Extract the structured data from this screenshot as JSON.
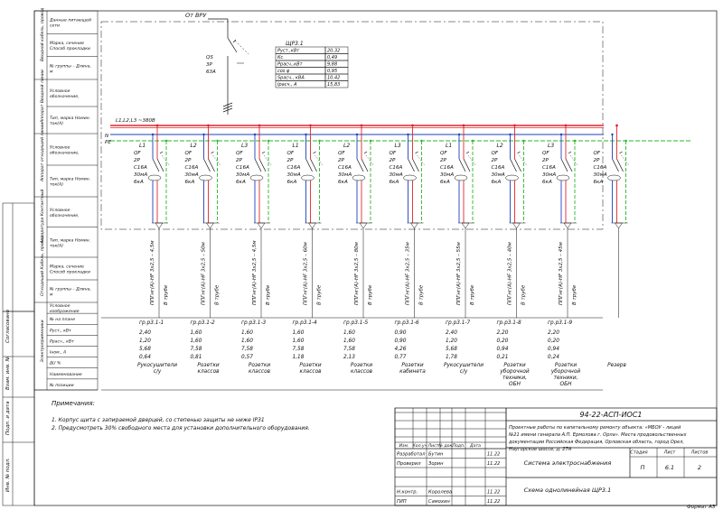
{
  "top_label": "От ВРУ",
  "main_breaker": {
    "lines": [
      "QS",
      "3P",
      "63А"
    ]
  },
  "panel_name": "ЩР3.1",
  "panel_params": [
    {
      "k": "Руст.,кВт",
      "v": "20,32"
    },
    {
      "k": "Кс",
      "v": "0,49"
    },
    {
      "k": "Ррасч.,кВт",
      "v": "9,88"
    },
    {
      "k": "cos φ",
      "v": "0,95"
    },
    {
      "k": "Sрасч., кВА",
      "v": "10,42"
    },
    {
      "k": "Iрасч., А",
      "v": "15,83"
    }
  ],
  "bus_label": "L1,L2,L3 ~380В",
  "n_label": "N",
  "pe_label": "PE",
  "left_rows": [
    {
      "group": "Вводной кабель, провод",
      "items": [
        "Данные питающей сети",
        "Марка, сечение Способ прокладки",
        "№ группы – Длина, м"
      ]
    },
    {
      "group": "Аппарат Вводной линии",
      "items": [
        "Условное обозначение,",
        "Тип, марка Номин. ток(А)"
      ]
    },
    {
      "group": "Аппарат отходящей линии",
      "items": [
        "Условное обозначение,",
        "Тип, марка Номин. ток(А)"
      ]
    },
    {
      "group": "Аппаратура Контактный",
      "items": [
        "Условное обозначение,",
        "Тип, марка Номин. ток(А)"
      ]
    },
    {
      "group": "Отходящий Кабель, провод",
      "items": [
        "Марка, сечение Способ прокладки",
        "№ группы – Длина, м"
      ]
    },
    {
      "group": "Электроприемники",
      "items": [
        "Условное изображение",
        "№ на плане",
        "Руст., кВт",
        "Ррасч., кВт",
        "Iном., А",
        "ΔU %",
        "Наименование",
        "№ позиции"
      ]
    }
  ],
  "circuits": [
    {
      "phase": "L1",
      "breaker": [
        "QF",
        "2P",
        "C16А",
        "30мА",
        "6кА"
      ],
      "cable": "ППГнг(A)-HF 3x2,5 – 4,5м",
      "route": "В трубе",
      "group": "гр.р3.1-1",
      "p_inst": "2,40",
      "p_calc": "1,20",
      "i_nom": "5,68",
      "du": "0,64",
      "name": "Рукосушители с/у"
    },
    {
      "phase": "L2",
      "breaker": [
        "QF",
        "2P",
        "C16А",
        "30мА",
        "6кА"
      ],
      "cable": "ППГнг(A)-HF 3x2,5 – 50м",
      "route": "В трубе",
      "group": "гр.р3.1-2",
      "p_inst": "1,60",
      "p_calc": "1,60",
      "i_nom": "7,58",
      "du": "0,81",
      "name": "Розетки классов"
    },
    {
      "phase": "L3",
      "breaker": [
        "QF",
        "2P",
        "C16А",
        "30мА",
        "6кА"
      ],
      "cable": "ППГнг(A)-HF 3x2,5 – 4,5м",
      "route": "В трубе",
      "group": "гр.р3.1-3",
      "p_inst": "1,60",
      "p_calc": "1,60",
      "i_nom": "7,58",
      "du": "0,57",
      "name": "Розетки классов"
    },
    {
      "phase": "L1",
      "breaker": [
        "QF",
        "2P",
        "C16А",
        "30мА",
        "6кА"
      ],
      "cable": "ППГнг(A)-HF 3x2,5 – 60м",
      "route": "В трубе",
      "group": "гр.р3.1-4",
      "p_inst": "1,60",
      "p_calc": "1,60",
      "i_nom": "7,58",
      "du": "1,18",
      "name": "Розетки классов"
    },
    {
      "phase": "L2",
      "breaker": [
        "QF",
        "2P",
        "C16А",
        "30мА",
        "6кА"
      ],
      "cable": "ППГнг(A)-HF 3x2,5 – 80м",
      "route": "В трубе",
      "group": "гр.р3.1-5",
      "p_inst": "1,60",
      "p_calc": "1,60",
      "i_nom": "7,58",
      "du": "2,13",
      "name": "Розетки классов"
    },
    {
      "phase": "L3",
      "breaker": [
        "QF",
        "2P",
        "C16А",
        "30мА",
        "6кА"
      ],
      "cable": "ППГнг(A)-HF 3x2,5 – 35м",
      "route": "В трубе",
      "group": "гр.р3.1-6",
      "p_inst": "0,90",
      "p_calc": "0,90",
      "i_nom": "4,26",
      "du": "0,77",
      "name": "Розетки кабинета"
    },
    {
      "phase": "L1",
      "breaker": [
        "QF",
        "2P",
        "C16А",
        "30мА",
        "6кА"
      ],
      "cable": "ППГнг(A)-HF 3x2,5 – 55м",
      "route": "В трубе",
      "group": "гр.р3.1-7",
      "p_inst": "2,40",
      "p_calc": "1,20",
      "i_nom": "5,68",
      "du": "1,78",
      "name": "Рукосушители с/у"
    },
    {
      "phase": "L2",
      "breaker": [
        "QF",
        "2P",
        "C16А",
        "30мА",
        "6кА"
      ],
      "cable": "ППГнг(A)-HF 3x2,5 – 40м",
      "route": "В трубе",
      "group": "гр.р3.1-8",
      "p_inst": "2,20",
      "p_calc": "0,20",
      "i_nom": "0,94",
      "du": "0,21",
      "name": "Розетки уборочной техники, ОБН"
    },
    {
      "phase": "L3",
      "breaker": [
        "QF",
        "2P",
        "C16А",
        "30мА",
        "6кА"
      ],
      "cable": "ППГнг(A)-HF 3x2,5 – 45м",
      "route": "В трубе",
      "group": "гр.р3.1-9",
      "p_inst": "2,20",
      "p_calc": "0,20",
      "i_nom": "0,94",
      "du": "0,24",
      "name": "Розетки уборочной техники, ОБН"
    },
    {
      "phase": "",
      "breaker": [
        "QF",
        "2P",
        "C16А",
        "30мА",
        "6кА"
      ],
      "cable": "",
      "route": "",
      "group": "",
      "p_inst": "",
      "p_calc": "",
      "i_nom": "",
      "du": "",
      "name": "Резерв"
    }
  ],
  "notes_title": "Примечания:",
  "notes": [
    "1. Корпус щита с запираемой дверцей, со степенью защиты не ниже IP31",
    "2. Предусмотреть 30% свободного места для установки дополнительного оборудования."
  ],
  "stamp": {
    "doc_code": "94-22-АСП-ИОС1",
    "project": "Проектные работы по капитальному ремонту объекта: «МБОУ - лицей №21 имени генерала А.П. Ермолова г. Орла». Места продовольственных документации Российская Федерация, Орловская область, город Орел, Наугорское шоссе, д. 27А",
    "header": [
      "Изм.",
      "Кол.уч",
      "Лист",
      "№ док.",
      "Подп.",
      "Дата"
    ],
    "roles": [
      {
        "role": "Разработал",
        "name": "Бутин",
        "date": "11.22"
      },
      {
        "role": "Проверил",
        "name": "Зорин",
        "date": "11.22"
      },
      {
        "role": "",
        "name": "",
        "date": ""
      },
      {
        "role": "",
        "name": "",
        "date": ""
      },
      {
        "role": "Н.контр.",
        "name": "Королева",
        "date": "11.22"
      },
      {
        "role": "ГИП",
        "name": "Самохин",
        "date": "11.22"
      }
    ],
    "system": "Система электроснабжения",
    "stage_h": "Стадия",
    "sheet_h": "Лист",
    "sheets_h": "Листов",
    "stage": "П",
    "sheet": "6.1",
    "sheets": "2",
    "scheme": "Схема однолинейная ЩР3.1",
    "format": "Формат А3"
  },
  "side_stamps": [
    "Согласовано",
    "Взам. инв. №",
    "Подп. и дата",
    "Инв. № подл."
  ],
  "colors": {
    "phase": "#e0262a",
    "neutral": "#1f3fbf",
    "pe": "#2bb52b",
    "grid": "#111111"
  }
}
